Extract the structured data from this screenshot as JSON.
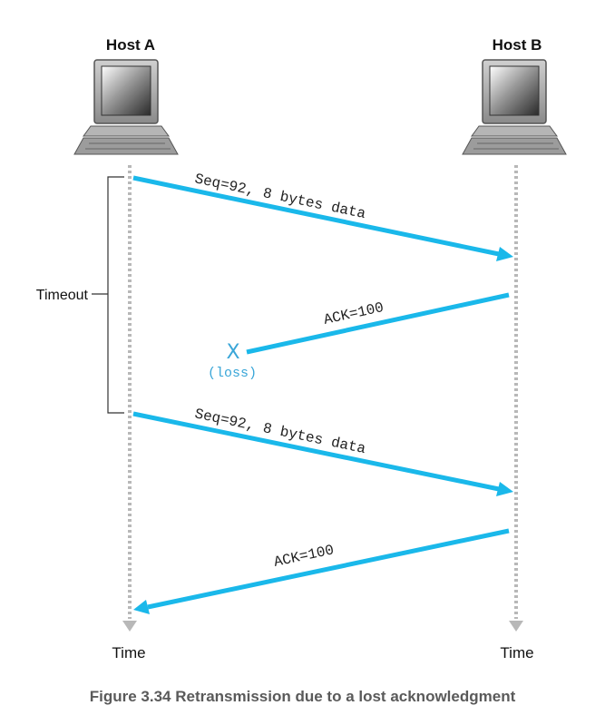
{
  "hosts": {
    "a": {
      "label": "Host A"
    },
    "b": {
      "label": "Host B"
    }
  },
  "timeout": {
    "label": "Timeout"
  },
  "messages": [
    {
      "label": "Seq=92, 8 bytes data"
    },
    {
      "label": "ACK=100"
    },
    {
      "label": "Seq=92, 8 bytes data"
    },
    {
      "label": "ACK=100"
    }
  ],
  "loss": {
    "mark": "X",
    "label": "(loss)"
  },
  "time_labels": {
    "a": "Time",
    "b": "Time"
  },
  "caption": "Figure 3.34 Retransmission due to a lost acknowledgment",
  "colors": {
    "arrow": "#1ab8ea",
    "timeline": "#b8b8b8",
    "loss": "#3aa6d8",
    "caption": "#5a5a5a"
  }
}
